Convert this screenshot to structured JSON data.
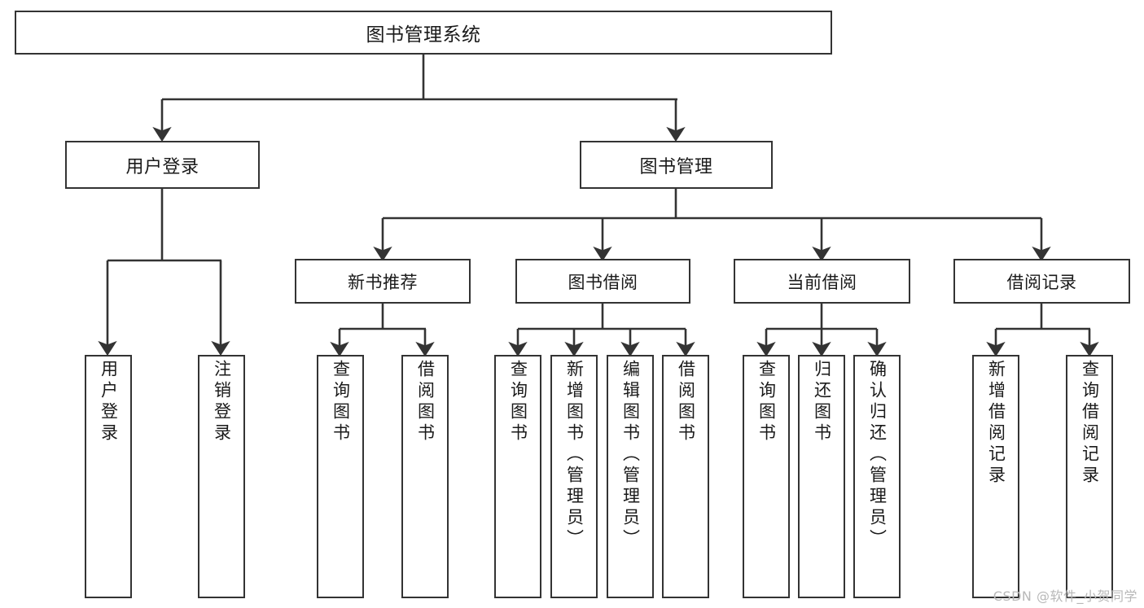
{
  "diagram": {
    "title": "图书管理系统",
    "type": "tree",
    "watermark": "CSDN @软件_小贺同学",
    "colors": {
      "border": "#333333",
      "background": "#ffffff",
      "text": "#1a1a1a",
      "watermark": "#b8b8b8"
    },
    "root": {
      "label": "图书管理系统"
    },
    "level2": [
      {
        "label": "用户登录"
      },
      {
        "label": "图书管理"
      }
    ],
    "level3": [
      {
        "label": "新书推荐"
      },
      {
        "label": "图书借阅"
      },
      {
        "label": "当前借阅"
      },
      {
        "label": "借阅记录"
      }
    ],
    "leaves": {
      "user_login": [
        {
          "label": "用户登录"
        },
        {
          "label": "注销登录"
        }
      ],
      "new_book_recommend": [
        {
          "label": "查询图书"
        },
        {
          "label": "借阅图书"
        }
      ],
      "book_borrow": [
        {
          "label": "查询图书"
        },
        {
          "label": "新增图书（管理员）"
        },
        {
          "label": "编辑图书（管理员）"
        },
        {
          "label": "借阅图书"
        }
      ],
      "current_borrow": [
        {
          "label": "查询图书"
        },
        {
          "label": "归还图书"
        },
        {
          "label": "确认归还（管理员）"
        }
      ],
      "borrow_record": [
        {
          "label": "新增借阅记录"
        },
        {
          "label": "查询借阅记录"
        }
      ]
    }
  }
}
